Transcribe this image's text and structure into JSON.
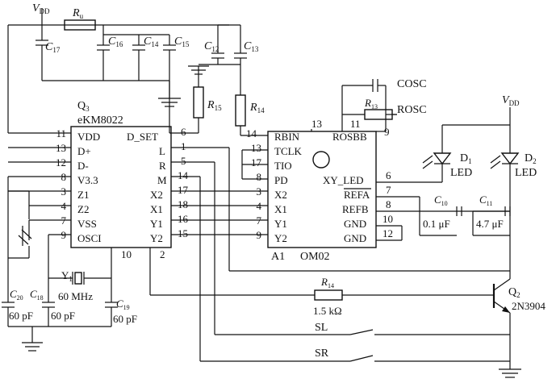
{
  "supply": {
    "left_main": "V",
    "left_sub": "DD",
    "right_main": "V",
    "right_sub": "DD"
  },
  "resistors": {
    "ru": {
      "main": "R",
      "sub": "u"
    },
    "r15": {
      "main": "R",
      "sub": "15"
    },
    "r14_top": {
      "main": "R",
      "sub": "14"
    },
    "r13": {
      "main": "R",
      "sub": "13"
    },
    "r14_bottom": {
      "main": "R",
      "sub": "14"
    },
    "r14_value": "1.5 kΩ"
  },
  "capacitors": {
    "c17": {
      "main": "C",
      "sub": "17"
    },
    "c16": {
      "main": "C",
      "sub": "16"
    },
    "c14": {
      "main": "C",
      "sub": "14"
    },
    "c15": {
      "main": "C",
      "sub": "15"
    },
    "c12": {
      "main": "C",
      "sub": "12"
    },
    "c13": {
      "main": "C",
      "sub": "13"
    },
    "c10": {
      "main": "C",
      "sub": "10"
    },
    "c11": {
      "main": "C",
      "sub": "11"
    },
    "c10_value": "0.1 μF",
    "c11_value": "4.7 μF",
    "c20": {
      "main": "C",
      "sub": "20"
    },
    "c18": {
      "main": "C",
      "sub": "18"
    },
    "c19": {
      "main": "C",
      "sub": "19"
    },
    "c20_value": "60 pF",
    "c18_value": "60 pF",
    "c19_value": "60 pF"
  },
  "cosc_label": "COSC",
  "rosc_label": "ROSC",
  "q3": {
    "ref_main": "Q",
    "ref_sub": "3",
    "part": "eKM8022",
    "left_pins": [
      {
        "num": "11",
        "name": "VDD"
      },
      {
        "num": "13",
        "name": "D+"
      },
      {
        "num": "12",
        "name": "D-"
      },
      {
        "num": "8",
        "name": "V3.3"
      },
      {
        "num": "3",
        "name": "Z1"
      },
      {
        "num": "4",
        "name": "Z2"
      },
      {
        "num": "7",
        "name": "VSS"
      },
      {
        "num": "9",
        "name": "OSCI"
      }
    ],
    "right_pins": [
      {
        "num": "6",
        "name": "D_SET"
      },
      {
        "num": "1",
        "name": "L"
      },
      {
        "num": "5",
        "name": "R"
      },
      {
        "num": "14",
        "name": "M"
      },
      {
        "num": "17",
        "name": "X2"
      },
      {
        "num": "18",
        "name": "X1"
      },
      {
        "num": "16",
        "name": "Y1"
      },
      {
        "num": "15",
        "name": "Y2"
      }
    ],
    "bottom_pins": [
      "10",
      "2"
    ]
  },
  "a1": {
    "ref": "A1",
    "part": "OM02",
    "top_pin": "13",
    "left_pins": [
      {
        "num": "14",
        "name": "RBIN"
      },
      {
        "num": "13",
        "name": "TCLK"
      },
      {
        "num": "17",
        "name": "TIO"
      },
      {
        "num": "8",
        "name": "PD"
      },
      {
        "num": "3",
        "name": "X2"
      },
      {
        "num": "4",
        "name": "X1"
      },
      {
        "num": "7",
        "name": "Y1"
      },
      {
        "num": "9",
        "name": "Y2"
      }
    ],
    "right_pins": [
      {
        "num": "11",
        "num2": "9",
        "name": "ROSBB"
      },
      {
        "num": "6",
        "name": "XY_LED"
      },
      {
        "num": "7",
        "name": "REFA"
      },
      {
        "num": "8",
        "name": "REFB"
      },
      {
        "num": "10",
        "name": "GND"
      },
      {
        "num": "12",
        "name": "GND"
      }
    ]
  },
  "leds": {
    "d1": {
      "main": "D",
      "sub": "1",
      "label": "LED"
    },
    "d2": {
      "main": "D",
      "sub": "2",
      "label": "LED"
    }
  },
  "crystal": {
    "ref_main": "Y",
    "ref_sub": "1",
    "value": "60 MHz"
  },
  "transistor": {
    "ref_main": "Q",
    "ref_sub": "2",
    "part": "2N3904"
  },
  "switches": {
    "sl": "SL",
    "sr": "SR"
  }
}
